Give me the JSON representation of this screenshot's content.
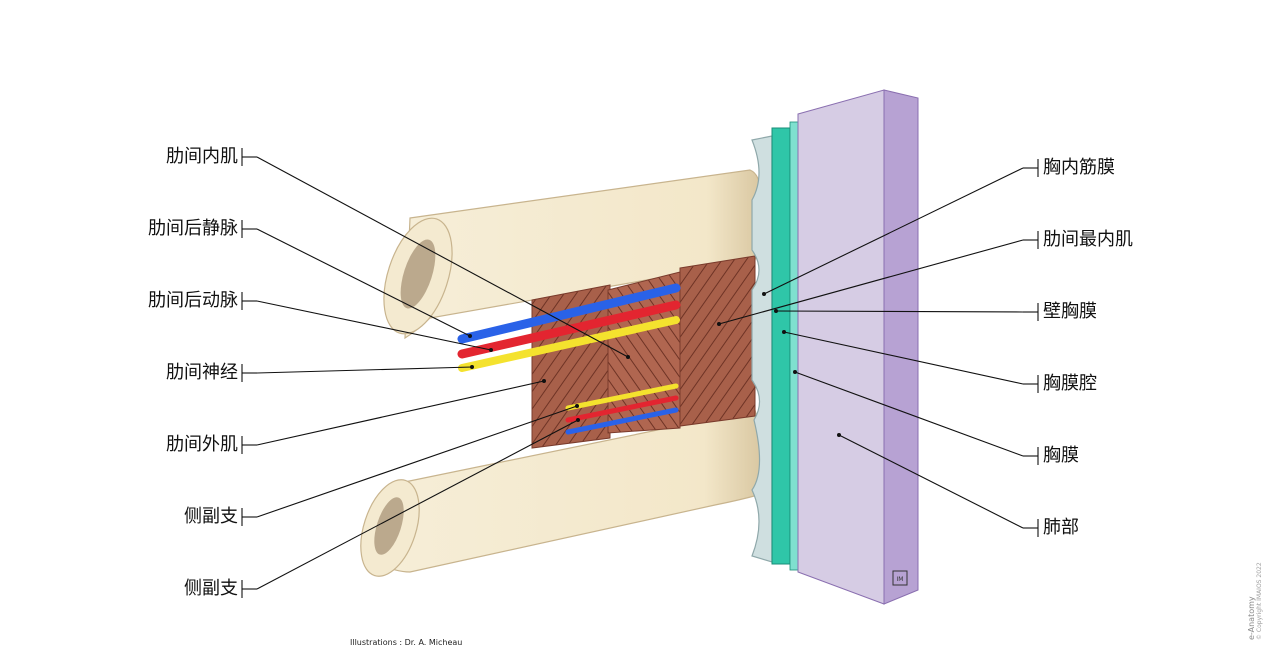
{
  "labels_left": [
    "肋间内肌",
    "肋间后静脉",
    "肋间后动脉",
    "肋间神经",
    "肋间外肌",
    "侧副支",
    "侧副支"
  ],
  "labels_right": [
    "胸内筋膜",
    "肋间最内肌",
    "壁胸膜",
    "胸膜腔",
    "胸膜",
    "肺部"
  ],
  "credit": "Illustrations : Dr. A. Micheau",
  "brand": "e-Anatomy",
  "copyright": "© Copyright IMAIOS 2022",
  "logo_mark": "IMAIOS",
  "colors": {
    "bone": "#f5ecd3",
    "marrow": "#b9ab93",
    "muscle": "#a85f4b",
    "vein": "#2a62e8",
    "artery": "#e32530",
    "nerve": "#f4e22e",
    "fascia": "#cfdfe0",
    "pleura": "#2fc6a8",
    "lung": "#d4c9e2"
  }
}
